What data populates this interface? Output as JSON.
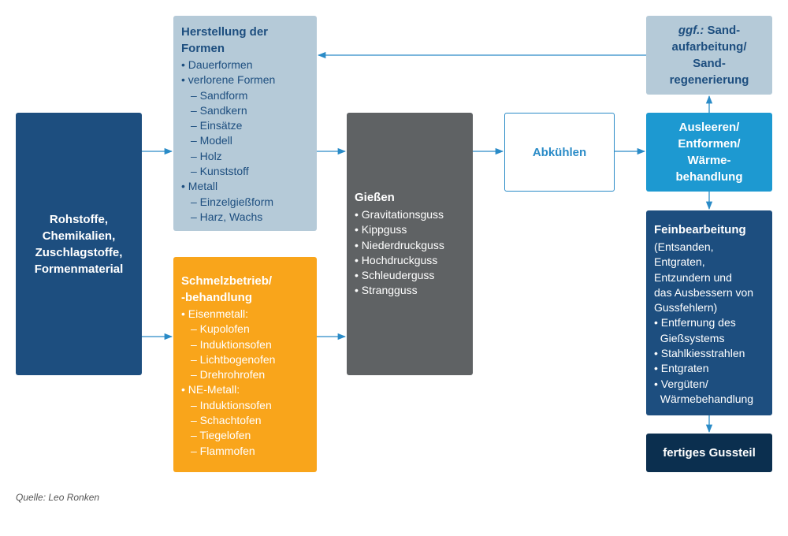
{
  "colors": {
    "dark_blue": "#1d4e7f",
    "light_blue_gray": "#b5cad8",
    "orange": "#f9a51b",
    "gray": "#5f6264",
    "bright_blue": "#1d99d1",
    "navy": "#0b2f4f",
    "arrow": "#2a8bc7",
    "text_dark": "#1d4e7f"
  },
  "rohstoffe": {
    "lines": [
      "Rohstoffe,",
      "Chemikalien,",
      "Zuschlagstoffe,",
      "Formenmaterial"
    ]
  },
  "formen": {
    "title": [
      "Herstellung der",
      "Formen"
    ],
    "items": [
      "• Dauerformen",
      "• verlorene Formen",
      "– Sandform",
      "– Sandkern",
      "– Einsätze",
      "– Modell",
      "– Holz",
      "– Kunststoff",
      "• Metall",
      "– Einzelgießform",
      "– Harz, Wachs"
    ]
  },
  "schmelz": {
    "title": [
      "Schmelzbetrieb/",
      "-behandlung"
    ],
    "items": [
      "• Eisenmetall:",
      "– Kupolofen",
      "– Induktionsofen",
      "– Lichtbogenofen",
      "– Drehrohrofen",
      "• NE-Metall:",
      "– Induktionsofen",
      "– Schachtofen",
      "– Tiegelofen",
      "– Flammofen"
    ]
  },
  "giessen": {
    "title": "Gießen",
    "items": [
      "• Gravitationsguss",
      "• Kippguss",
      "• Niederdruckguss",
      "• Hochdruckguss",
      "• Schleuderguss",
      "• Strangguss"
    ]
  },
  "abkuehlen": {
    "label": "Abkühlen"
  },
  "sand": {
    "prefix": "ggf.:",
    "line1": " Sand-",
    "line2": "aufarbeitung/",
    "line3": "Sand-",
    "line4": "regenerierung"
  },
  "ausleeren": {
    "lines": [
      "Ausleeren/",
      "Entformen/",
      "Wärme-",
      "behandlung"
    ]
  },
  "fein": {
    "title": "Feinbearbeitung",
    "items": [
      "(Entsanden,",
      "Entgraten,",
      "Entzundern und",
      "das Ausbessern von",
      "Gussfehlern)",
      "• Entfernung des",
      "  Gießsystems",
      "• Stahlkiesstrahlen",
      "• Entgraten",
      "• Vergüten/",
      "  Wärmebehandlung"
    ]
  },
  "fertig": {
    "label": "fertiges Gussteil"
  },
  "source": "Quelle: Leo Ronken"
}
